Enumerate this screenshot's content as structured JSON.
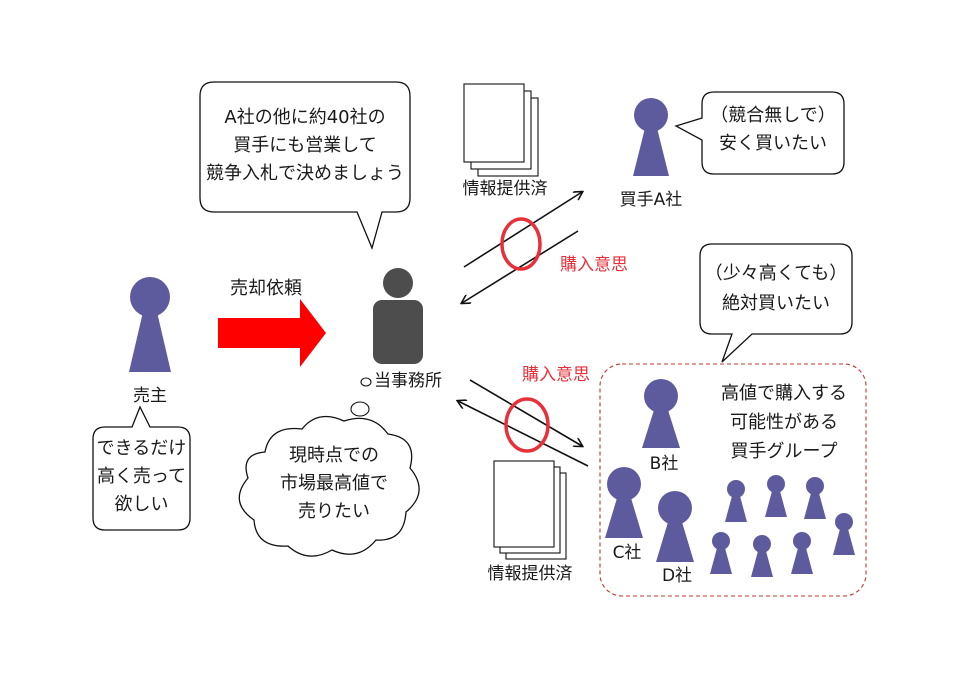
{
  "seller": {
    "label": "売主",
    "speech": [
      "できるだけ",
      "高く売って",
      "欲しい"
    ]
  },
  "request_arrow": {
    "label": "売却依頼",
    "color": "#ff0000"
  },
  "office": {
    "label": "当事務所",
    "speech": [
      "A社の他に約40社の",
      "買手にも営業して",
      "競争入札で決めましょう"
    ],
    "thought": [
      "現時点での",
      "市場最高値で",
      "売りたい"
    ]
  },
  "info_top": {
    "label": "情報提供済"
  },
  "info_bottom": {
    "label": "情報提供済"
  },
  "intent_top": {
    "label": "購入意思"
  },
  "intent_bottom": {
    "label": "購入意思"
  },
  "buyer_a": {
    "label": "買手A社",
    "speech": [
      "（競合無しで）",
      "安く買いたい"
    ]
  },
  "group": {
    "speech": [
      "（少々高くても）",
      "絶対買いたい"
    ],
    "description": [
      "高値で購入する",
      "可能性がある",
      "買手グループ"
    ],
    "companies": [
      "B社",
      "C社",
      "D社"
    ]
  },
  "colors": {
    "figure": "#5e5a9e",
    "office_figure": "#4d4d4d",
    "no_sign": "#e8303a",
    "group_border": "#c0392b"
  }
}
